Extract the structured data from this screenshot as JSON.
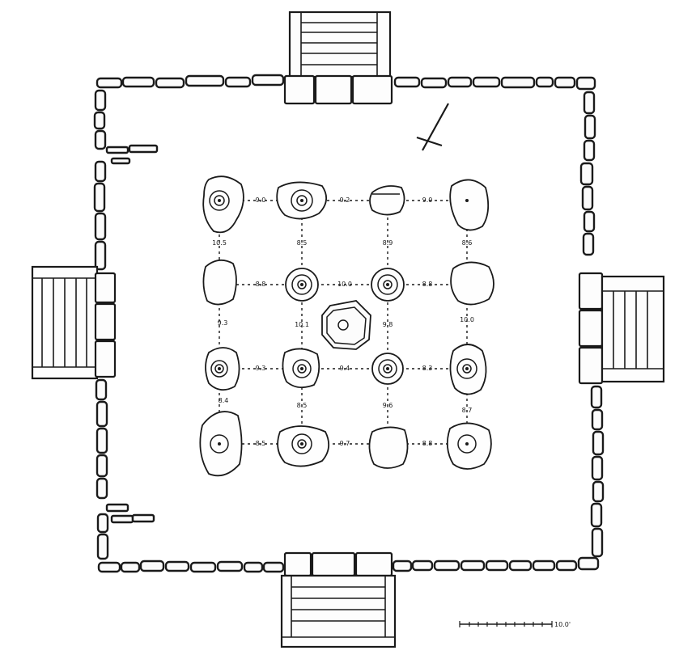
{
  "plan": {
    "row_spacings": [
      [
        "9.0",
        "9.2",
        "9.0"
      ],
      [
        "8.8",
        "10.0",
        "8.8"
      ],
      [
        "9.3",
        "9.4",
        "8.3"
      ],
      [
        "8.5",
        "9.7",
        "8.8"
      ]
    ],
    "column_spacings": [
      [
        "10.5",
        "9.3",
        "8.4"
      ],
      [
        "8.5",
        "10.1",
        "8.5"
      ],
      [
        "8.9",
        "9.8",
        "9.6"
      ],
      [
        "8.6",
        "10.0",
        "8.7"
      ]
    ],
    "scale_label": "10.0'",
    "north_arrow": "north-arrow-icon",
    "line_color": "#1a1a1a",
    "paper_color": "#ffffff"
  }
}
